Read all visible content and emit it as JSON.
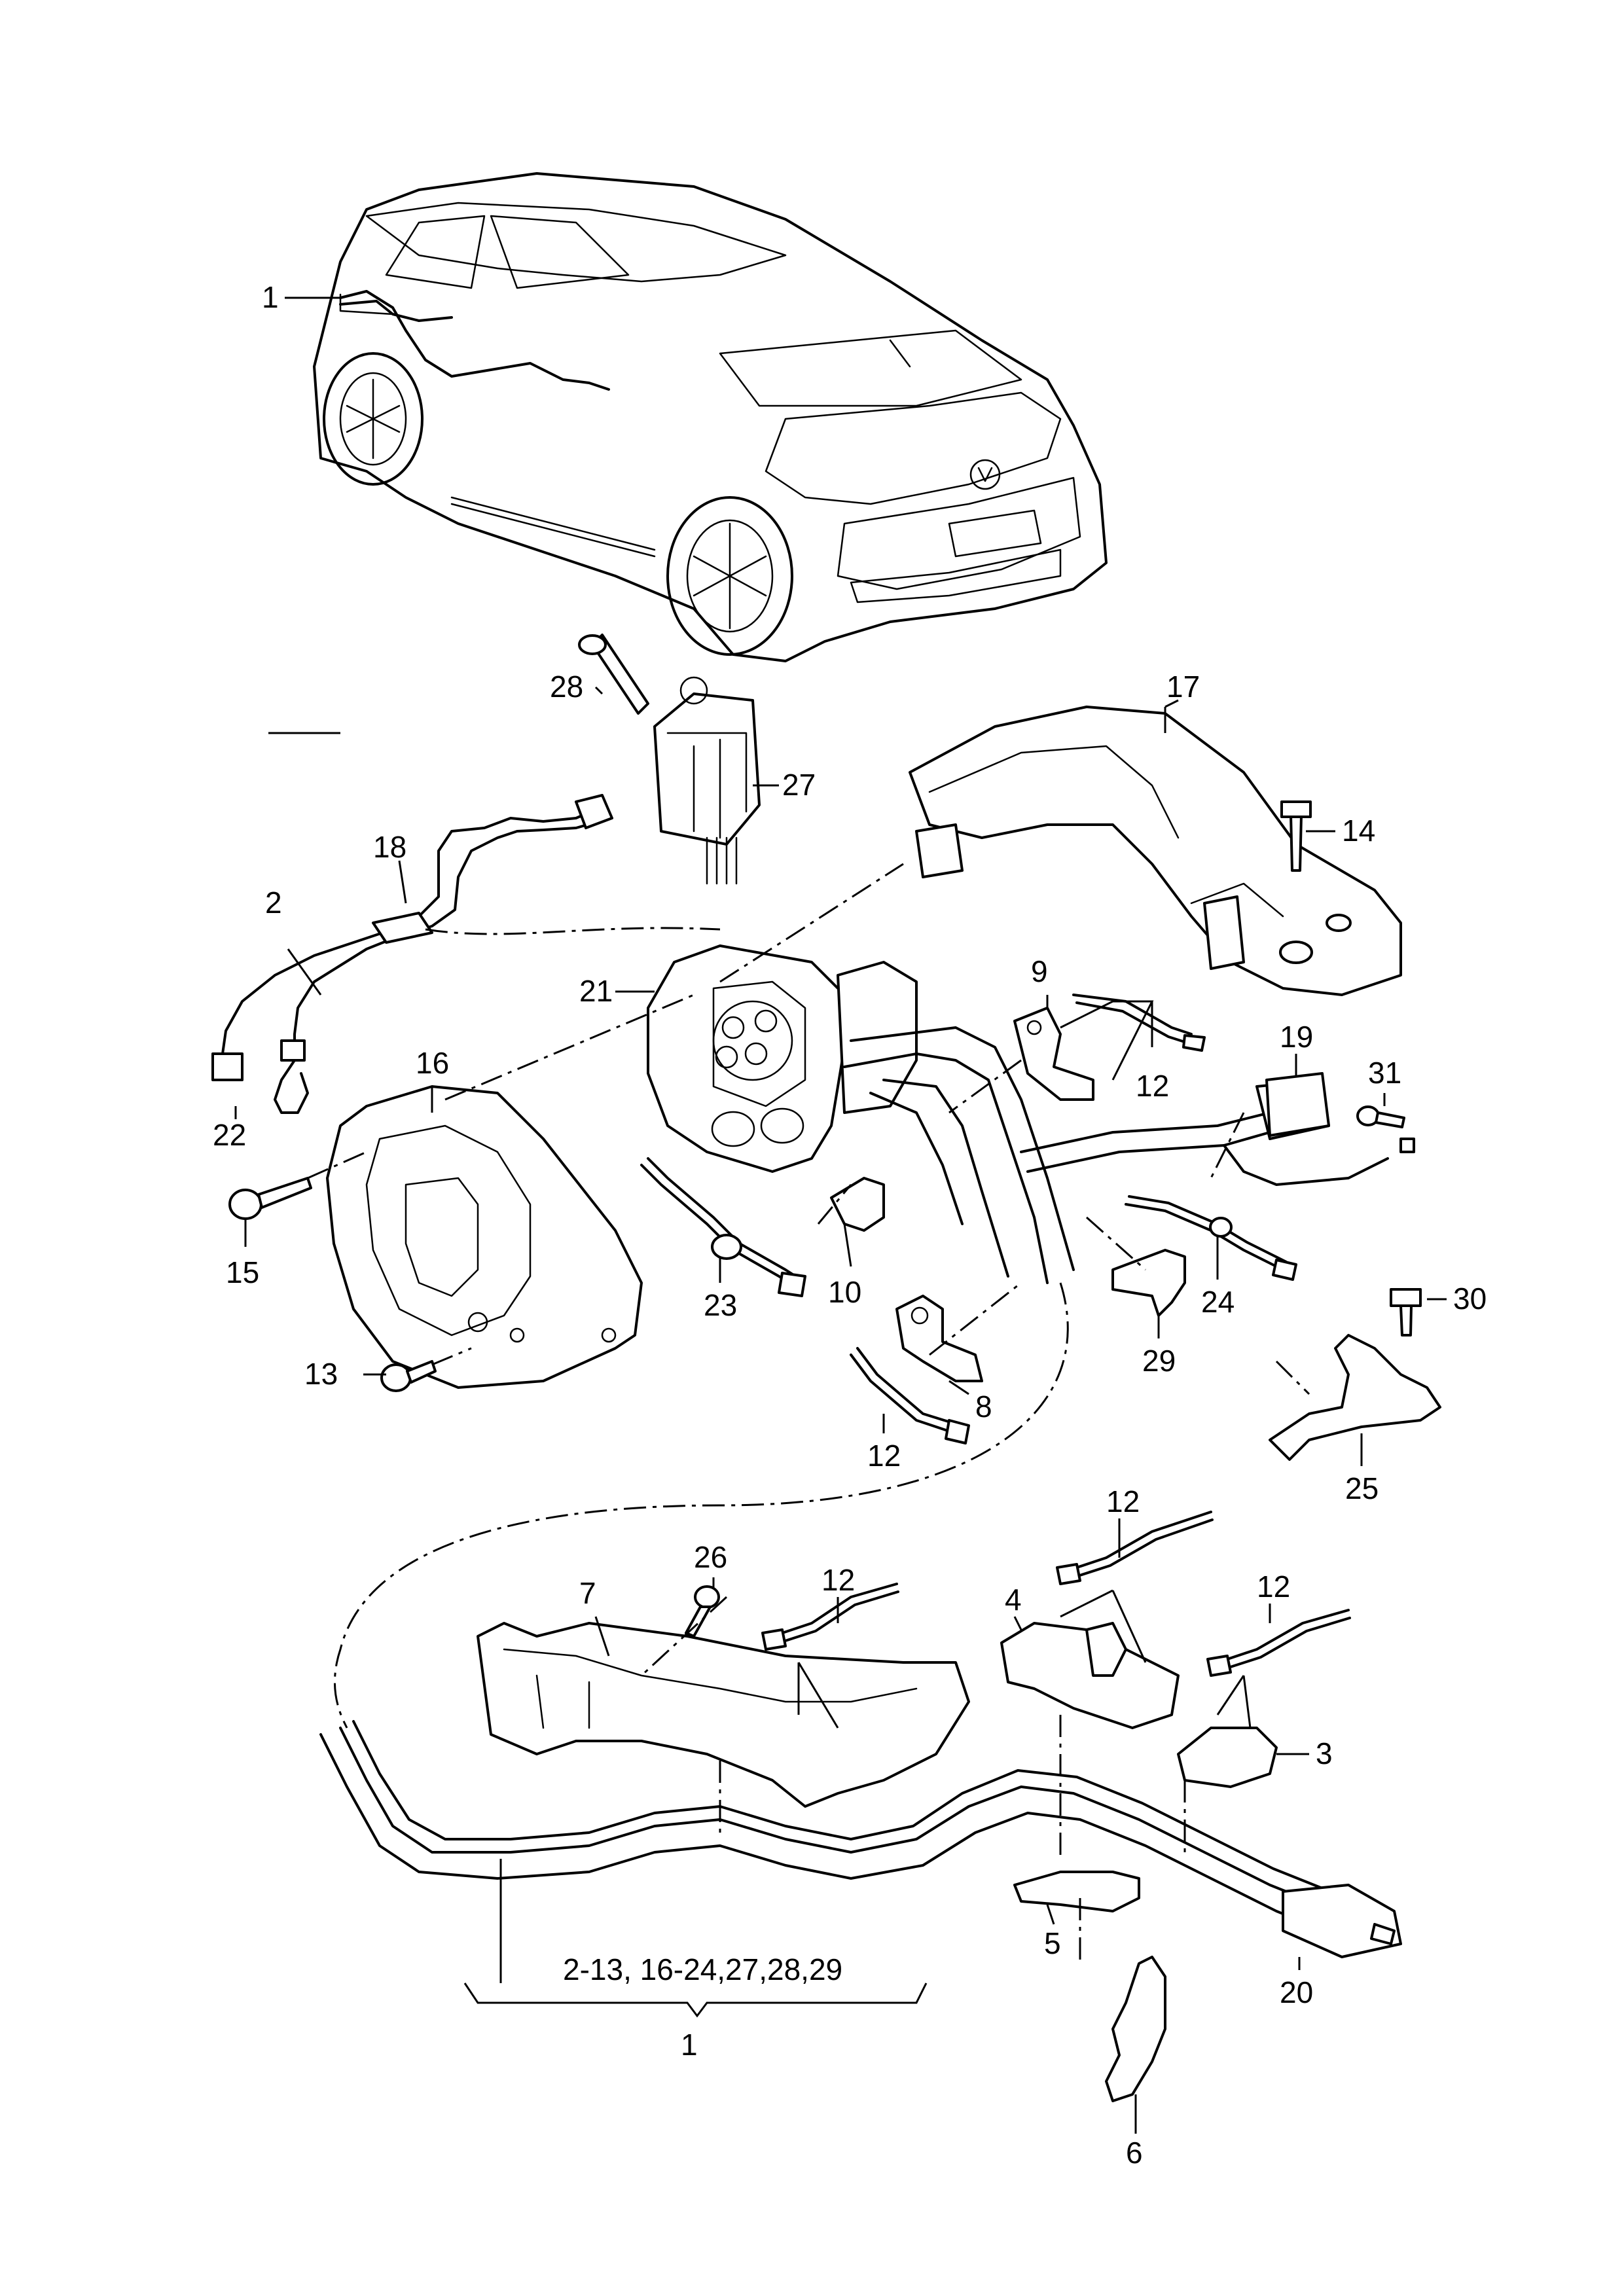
{
  "diagram": {
    "callouts": {
      "c1_car": "1",
      "c2": "2",
      "c3": "3",
      "c4": "4",
      "c5": "5",
      "c6": "6",
      "c7": "7",
      "c8": "8",
      "c9": "9",
      "c10": "10",
      "c12_a": "12",
      "c12_b": "12",
      "c12_c": "12",
      "c12_d": "12",
      "c12_e": "12",
      "c13": "13",
      "c14": "14",
      "c15": "15",
      "c16": "16",
      "c17": "17",
      "c18": "18",
      "c19": "19",
      "c20": "20",
      "c21": "21",
      "c22": "22",
      "c23": "23",
      "c24": "24",
      "c25": "25",
      "c26": "26",
      "c27": "27",
      "c28": "28",
      "c29": "29",
      "c30": "30",
      "c31": "31"
    },
    "bracket": {
      "range_label": "2-13, 16-24,27,28,29",
      "parent_label": "1"
    }
  }
}
